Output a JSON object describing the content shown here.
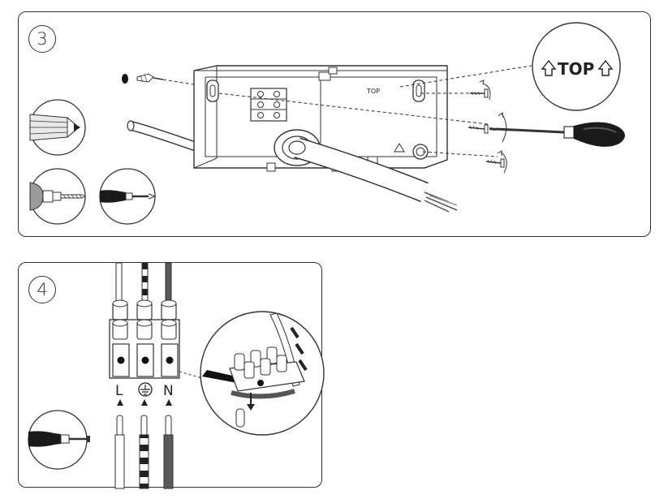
{
  "step3": {
    "number": "3",
    "top_label": "TOP",
    "box_top_label": "TOP"
  },
  "step4": {
    "number": "4",
    "terminal_live": "L",
    "terminal_neutral": "N"
  },
  "colors": {
    "outline": "#333333",
    "earth_stripe": "#222222",
    "neutral_wire": "#5a5a5a",
    "drill_grey": "#9a9a9a",
    "handle_dark": "#1a1a1a"
  },
  "icons": [
    "pencil-icon",
    "drill-icon",
    "screwdriver-icon",
    "earth-symbol-icon",
    "arrow-down-icon",
    "up-arrow-icon"
  ]
}
